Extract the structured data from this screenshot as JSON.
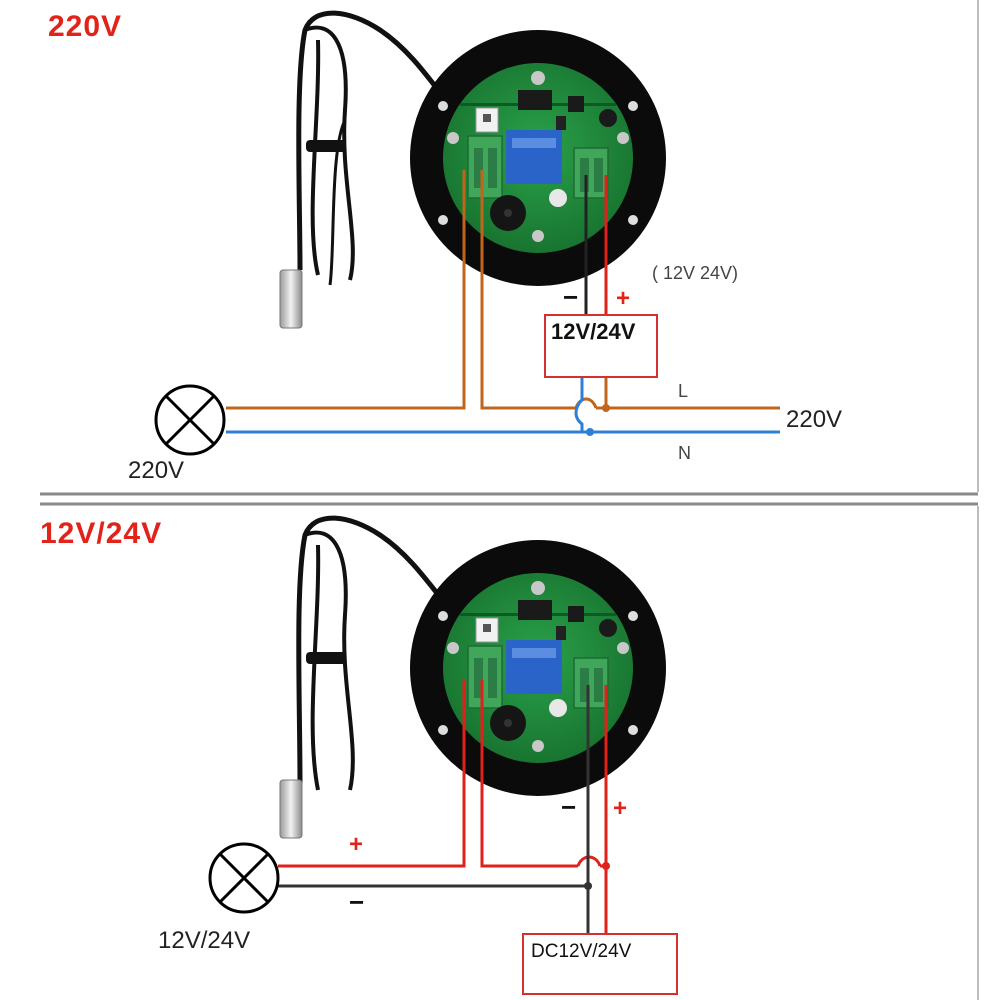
{
  "panels": {
    "ac": {
      "title": "220V",
      "voltage_note": "( 12V     24V)",
      "psu_label": "12V/24V",
      "minus": "−",
      "plus": "+",
      "line_label": "L",
      "neutral_label": "N",
      "mains_label": "220V",
      "lamp_label": "220V"
    },
    "dc": {
      "title": "12V/24V",
      "minus_top": "−",
      "plus_top": "+",
      "lamp_plus": "+",
      "lamp_minus": "−",
      "lamp_label": "12V/24V",
      "psu_label": "DC12V/24V"
    }
  },
  "colors": {
    "brown_wire": "#c0661c",
    "blue_wire": "#2e7fd6",
    "red_wire": "#e0201a",
    "black_wire": "#333333",
    "pcb_green": "#1f8a3a",
    "relay_blue": "#2a64c8",
    "terminal_green": "#3fa65a"
  },
  "icons": [
    "lamp-icon",
    "temperature-probe-icon",
    "controller-board-icon",
    "power-supply-box"
  ]
}
